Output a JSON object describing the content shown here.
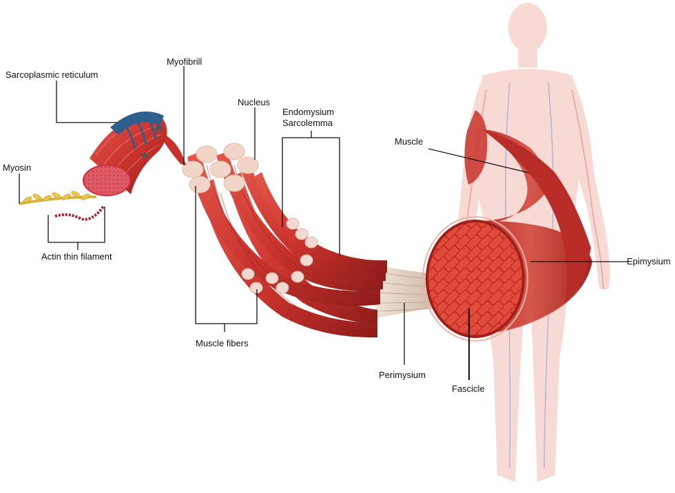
{
  "labels": {
    "sarcoplasmic_reticulum": "Sarcoplasmic reticulum",
    "myofibrill": "Myofibrill",
    "nucleus": "Nucleus",
    "endomysium": "Endomysium",
    "sarcolemma": "Sarcolemma",
    "muscle": "Muscle",
    "myosin": "Myosin",
    "actin_thin_filament": "Actin thin filament",
    "epimysium": "Epimysium",
    "muscle_fibers": "Muscle fibers",
    "perimysium": "Perimysium",
    "fascicle": "Fascicle"
  },
  "colors": {
    "muscle_red": "#c8322c",
    "muscle_dark": "#8e1d1a",
    "muscle_light": "#e4574c",
    "fiber_end": "#f1d6c7",
    "tendon": "#d9c4b4",
    "reticulum_blue": "#2f5f8c",
    "myosin_gold": "#d8b43a",
    "body_tint": "#f1bcb2",
    "leader_line": "#111111"
  }
}
